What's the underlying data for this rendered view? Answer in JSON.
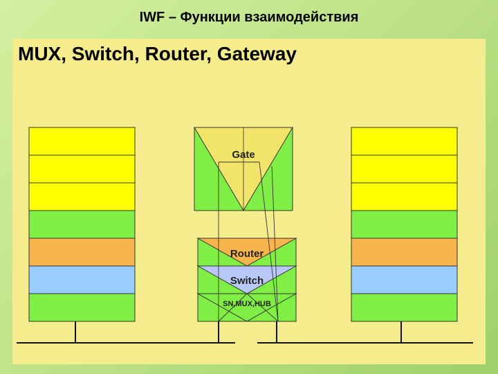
{
  "slide": {
    "title": "IWF – Функции взаимодействия",
    "heading": "MUX, Switch, Router, Gateway"
  },
  "diagram": {
    "gateway_label": "Gate",
    "router_label": "Router",
    "switch_label": "Switch",
    "hub_label": "SN,MUX,HUB"
  },
  "colors": {
    "yellow_layer": "#ffff00",
    "green_layer": "#80ee44",
    "orange_layer": "#f9b44c",
    "blue_layer": "#99ccff",
    "panel": "#f5ec8e"
  }
}
